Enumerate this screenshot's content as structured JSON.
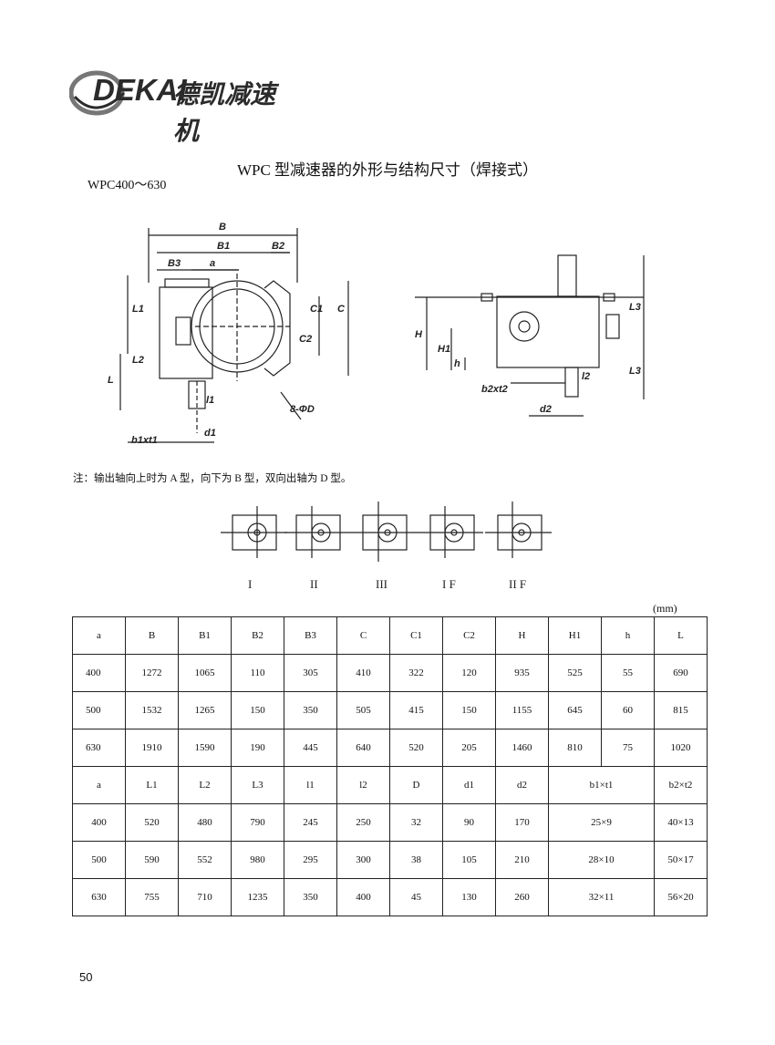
{
  "logo": {
    "brand": "DEKAI",
    "chinese": "德凯减速机"
  },
  "title": "WPC 型减速器的外形与结构尺寸（焊接式）",
  "model_range": "WPC400～630",
  "drawing_labels": {
    "B": "B",
    "B1": "B1",
    "B2": "B2",
    "B3": "B3",
    "a": "a",
    "L1": "L1",
    "L2": "L2",
    "L": "L",
    "C": "C",
    "C1": "C1",
    "C2": "C2",
    "l1": "l1",
    "d1": "d1",
    "b1t1": "b1xt1",
    "hole": "8-ΦD",
    "H": "H",
    "H1": "H1",
    "h": "h",
    "L3": "L3",
    "l2": "l2",
    "b2t2": "b2xt2",
    "d2": "d2"
  },
  "note": "注：输出轴向上时为 A 型，向下为 B 型，双向出轴为 D 型。",
  "variants": [
    "I",
    "II",
    "III",
    "I F",
    "II F"
  ],
  "unit": "(mm)",
  "table1": {
    "headers": [
      "a",
      "B",
      "B1",
      "B2",
      "B3",
      "C",
      "C1",
      "C2",
      "H",
      "H1",
      "h",
      "L"
    ],
    "rows": [
      [
        "400",
        "1272",
        "1065",
        "110",
        "305",
        "410",
        "322",
        "120",
        "935",
        "525",
        "55",
        "690"
      ],
      [
        "500",
        "1532",
        "1265",
        "150",
        "350",
        "505",
        "415",
        "150",
        "1155",
        "645",
        "60",
        "815"
      ],
      [
        "630",
        "1910",
        "1590",
        "190",
        "445",
        "640",
        "520",
        "205",
        "1460",
        "810",
        "75",
        "1020"
      ]
    ]
  },
  "table2": {
    "headers": [
      "a",
      "L1",
      "L2",
      "L3",
      "l1",
      "l2",
      "D",
      "d1",
      "d2",
      "b1×t1",
      "b2×t2"
    ],
    "rows": [
      [
        "400",
        "520",
        "480",
        "790",
        "245",
        "250",
        "32",
        "90",
        "170",
        "25×9",
        "40×13"
      ],
      [
        "500",
        "590",
        "552",
        "980",
        "295",
        "300",
        "38",
        "105",
        "210",
        "28×10",
        "50×17"
      ],
      [
        "630",
        "755",
        "710",
        "1235",
        "350",
        "400",
        "45",
        "130",
        "260",
        "32×11",
        "56×20"
      ]
    ]
  },
  "page_number": "50"
}
